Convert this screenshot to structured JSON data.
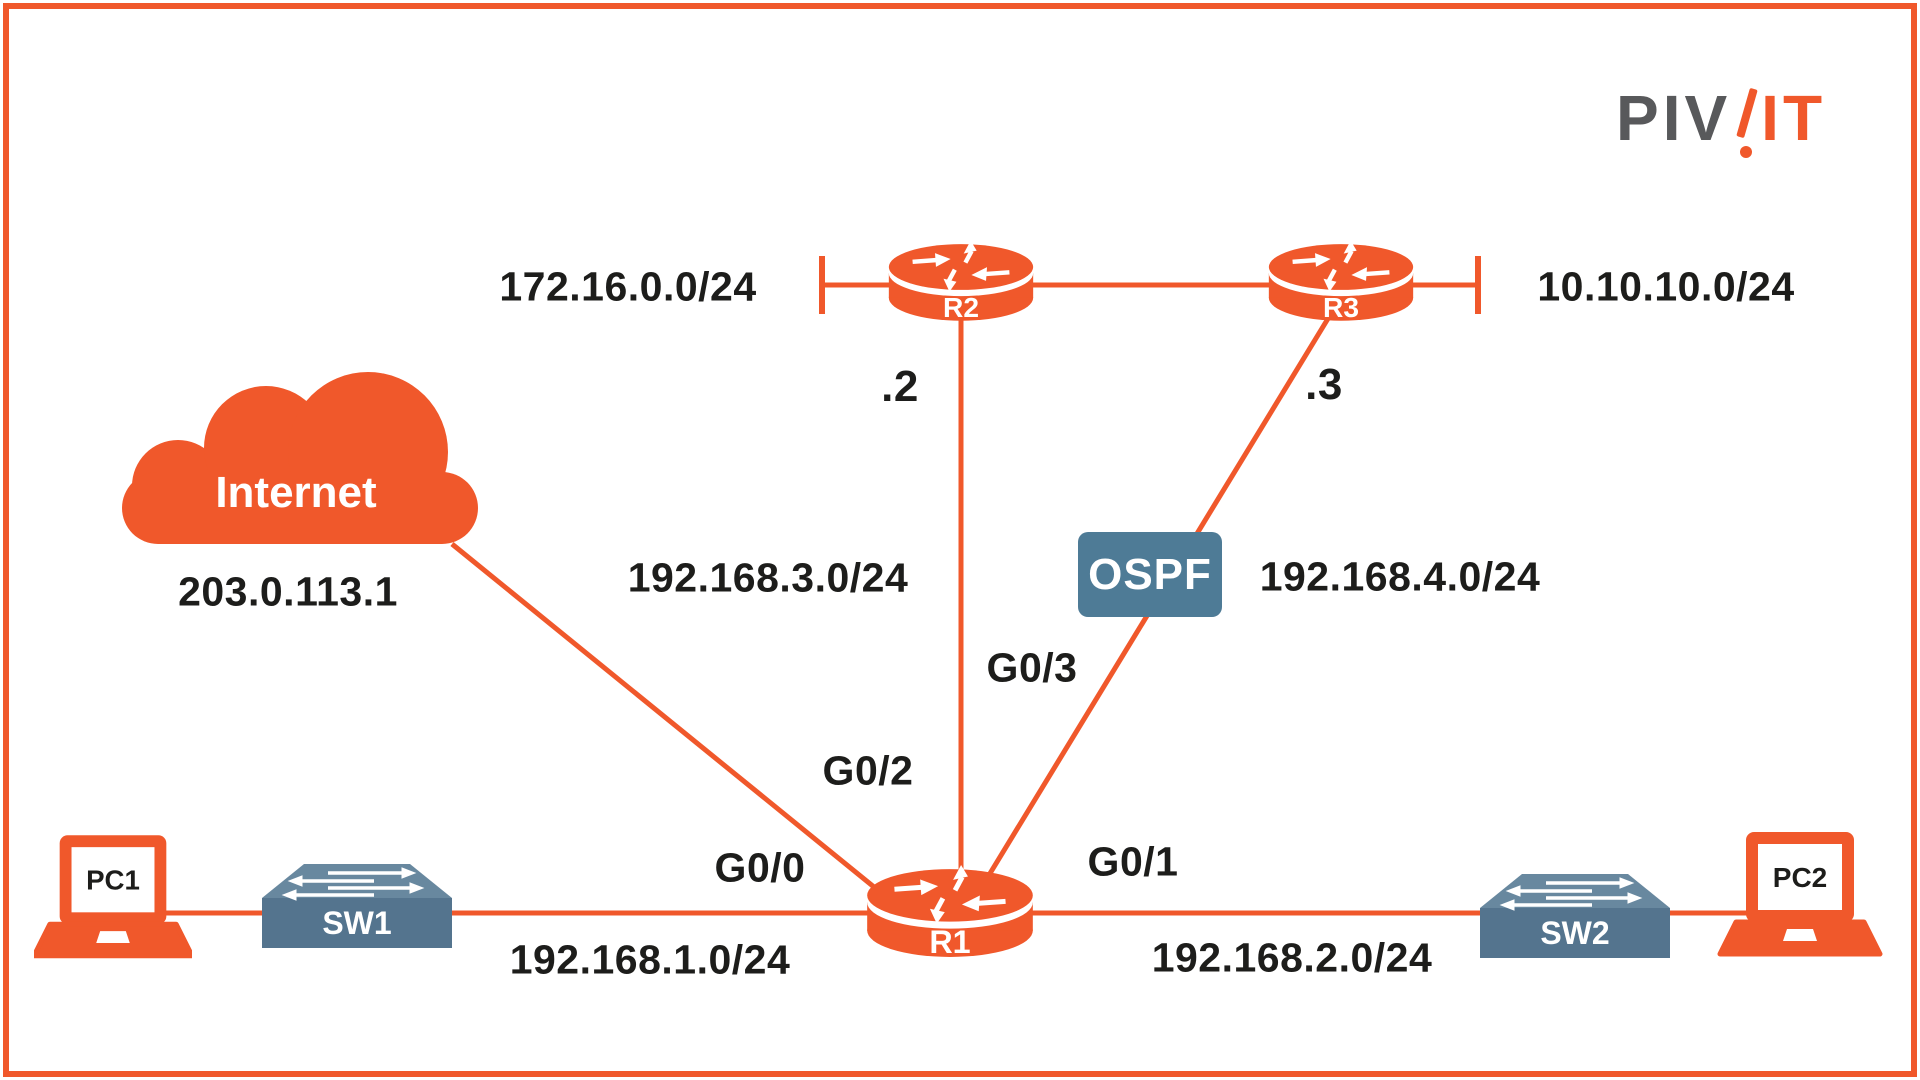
{
  "page": {
    "background": "#ffffff",
    "frame_color": "#F0582B"
  },
  "brand": {
    "logo_part_gray": "PIV",
    "logo_part_orange": "IT",
    "gray": "#58595B",
    "orange": "#F0582B"
  },
  "colors": {
    "orange": "#F0582B",
    "badge_blue": "#4E7B96",
    "switch_top": "#68889F",
    "switch_front": "#54748E",
    "text_dark": "#1D1D1B",
    "device_text": "#ffffff"
  },
  "icons": {
    "router": "router-icon",
    "switch": "switch-icon",
    "laptop": "laptop-icon",
    "cloud": "cloud-icon"
  },
  "nodes": {
    "internet": {
      "label": "Internet",
      "ip": "203.0.113.1"
    },
    "r1": {
      "label": "R1"
    },
    "r2": {
      "label": "R2",
      "ip": ".2"
    },
    "r3": {
      "label": "R3",
      "ip": ".3"
    },
    "sw1": {
      "label": "SW1"
    },
    "sw2": {
      "label": "SW2"
    },
    "pc1": {
      "label": "PC1"
    },
    "pc2": {
      "label": "PC2"
    }
  },
  "badges": {
    "ospf": {
      "label": "OSPF",
      "color": "#4E7B96"
    }
  },
  "networks": {
    "net_172_16": "172.16.0.0/24",
    "net_10_10": "10.10.10.0/24",
    "net_192_3": "192.168.3.0/24",
    "net_192_4": "192.168.4.0/24",
    "net_192_1": "192.168.1.0/24",
    "net_192_2": "192.168.2.0/24"
  },
  "interfaces": {
    "g0_0": "G0/0",
    "g0_1": "G0/1",
    "g0_2": "G0/2",
    "g0_3": "G0/3"
  }
}
